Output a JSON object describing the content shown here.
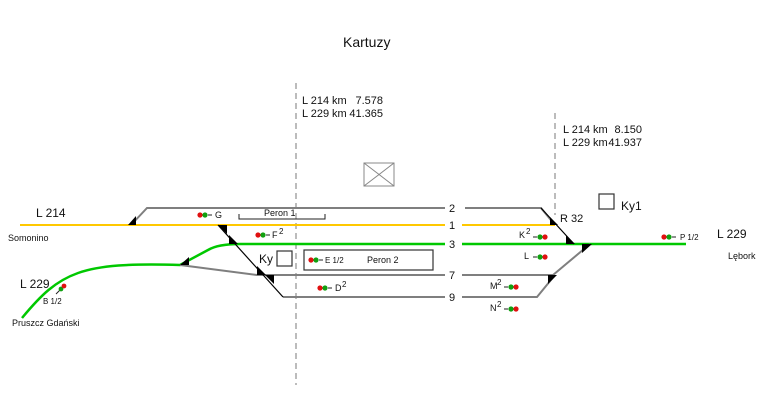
{
  "station": {
    "name": "Kartuzy"
  },
  "axis_left": {
    "lines": [
      {
        "line": "L 214",
        "unit": "km",
        "value": "7.578"
      },
      {
        "line": "L 229",
        "unit": "km",
        "value": "41.365"
      }
    ]
  },
  "axis_right": {
    "lines": [
      {
        "line": "L 214",
        "unit": "km",
        "value": "8.150"
      },
      {
        "line": "L 229",
        "unit": "km",
        "value": "41.937"
      }
    ]
  },
  "lines": {
    "l214_west": "L 214",
    "l229_west": "L 229",
    "l229_east": "L 229"
  },
  "destinations": {
    "somonino": "Somonino",
    "pruszcz": "Pruszcz Gdański",
    "lebork": "Lębork"
  },
  "tracks": [
    "2",
    "1",
    "3",
    "7",
    "9"
  ],
  "platforms": {
    "peron1": "Peron 1",
    "peron2": "Peron 2"
  },
  "signal_boxes": {
    "ky": "Ky",
    "ky1": "Ky1"
  },
  "switch_label": "R 32",
  "signals": {
    "G": "G",
    "F": "F",
    "F_sup": "2",
    "E": "E 1/2",
    "D": "D",
    "D_sup": "2",
    "B": "B 1/2",
    "K": "K",
    "K_sup": "2",
    "L": "L",
    "M": "M",
    "M_sup": "2",
    "N": "N",
    "N_sup": "2",
    "P": "P 1/2"
  },
  "colors": {
    "line_214": "#ffc800",
    "line_229": "#00c800",
    "station_track": "#7f7f7f",
    "signal_red": "#e01010",
    "signal_green": "#10a010"
  }
}
